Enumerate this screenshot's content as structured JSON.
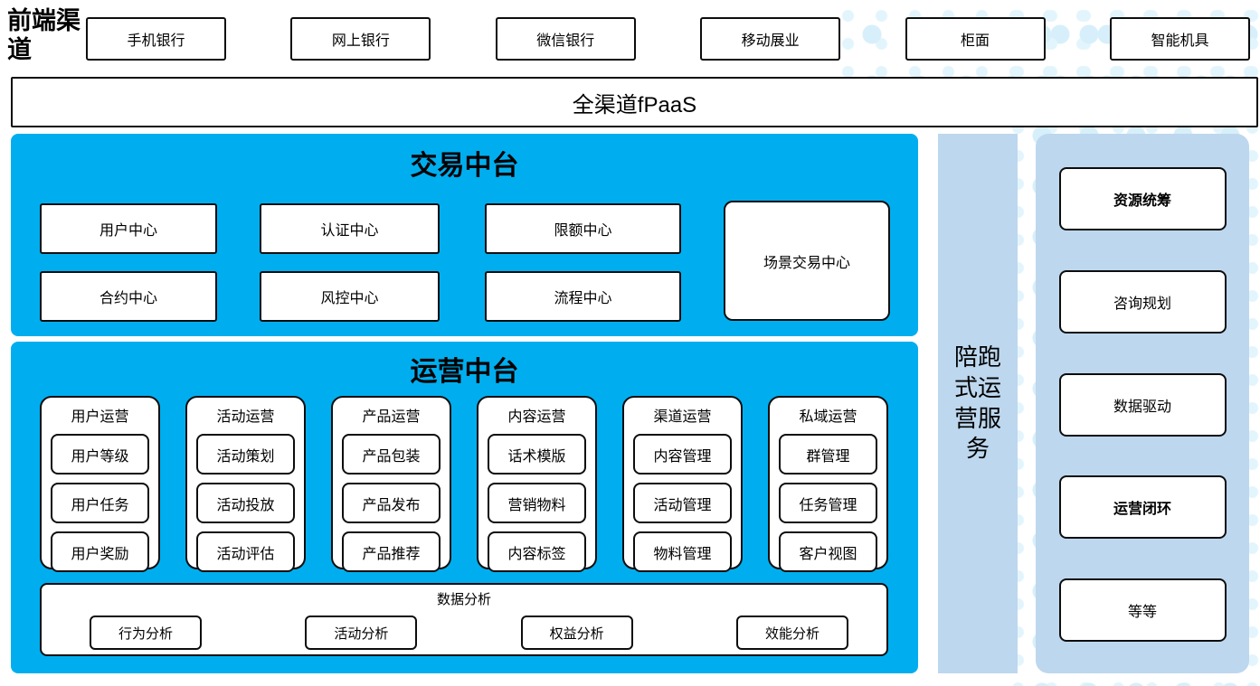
{
  "header": {
    "label": "前端渠道",
    "channels": [
      "手机银行",
      "网上银行",
      "微信银行",
      "移动展业",
      "柜面",
      "智能机具"
    ]
  },
  "fpaas": {
    "label": "全渠道fPaaS"
  },
  "trade_platform": {
    "title": "交易中台",
    "centers": {
      "user": "用户中心",
      "auth": "认证中心",
      "limit": "限额中心",
      "contract": "合约中心",
      "risk": "风控中心",
      "process": "流程中心",
      "scene": "场景交易中心"
    }
  },
  "operation_platform": {
    "title": "运营中台",
    "columns": [
      {
        "title": "用户运营",
        "items": [
          "用户等级",
          "用户任务",
          "用户奖励"
        ]
      },
      {
        "title": "活动运营",
        "items": [
          "活动策划",
          "活动投放",
          "活动评估"
        ]
      },
      {
        "title": "产品运营",
        "items": [
          "产品包装",
          "产品发布",
          "产品推荐"
        ]
      },
      {
        "title": "内容运营",
        "items": [
          "话术模版",
          "营销物料",
          "内容标签"
        ]
      },
      {
        "title": "渠道运营",
        "items": [
          "内容管理",
          "活动管理",
          "物料管理"
        ]
      },
      {
        "title": "私域运营",
        "items": [
          "群管理",
          "任务管理",
          "客户视图"
        ]
      }
    ],
    "analysis": {
      "title": "数据分析",
      "items": [
        "行为分析",
        "活动分析",
        "权益分析",
        "效能分析"
      ]
    }
  },
  "side_service": {
    "label": "陪跑式运营服务"
  },
  "right_panel": {
    "items": [
      {
        "label": "资源统筹",
        "bold": true
      },
      {
        "label": "咨询规划",
        "bold": false
      },
      {
        "label": "数据驱动",
        "bold": false
      },
      {
        "label": "运营闭环",
        "bold": true
      },
      {
        "label": "等等",
        "bold": false
      }
    ]
  },
  "colors": {
    "bright_blue": "#00AEEF",
    "light_blue": "#BDD7EE",
    "dot_blue": "#D9F0FB",
    "border": "#0d0d0d"
  }
}
